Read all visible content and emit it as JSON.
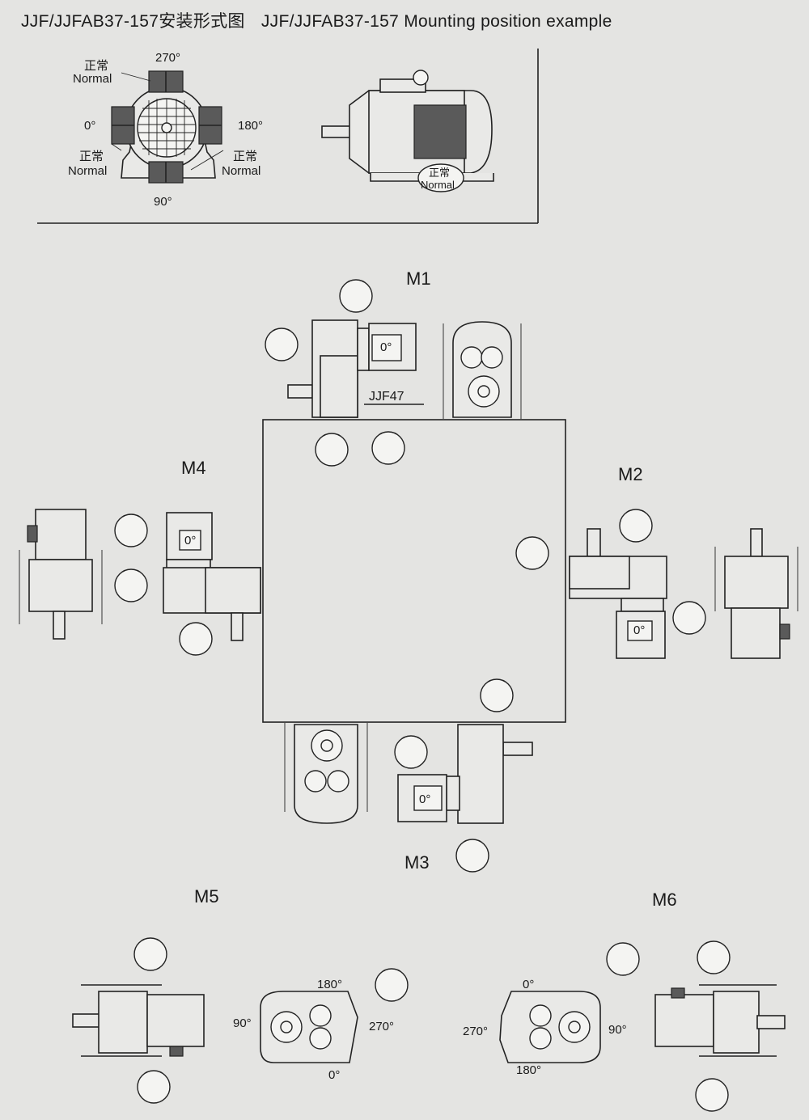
{
  "title": {
    "cn": "JJF/JJFAB37-157安装形式图",
    "en": "JJF/JJFAB37-157 Mounting position example"
  },
  "terminal_box": {
    "angles": {
      "top": "270°",
      "left": "0°",
      "right": "180°",
      "bottom": "90°"
    },
    "normal_cn": "正常",
    "normal_en": "Normal"
  },
  "positions": {
    "m1": "M1",
    "m2": "M2",
    "m3": "M3",
    "m4": "M4",
    "m5": "M5",
    "m6": "M6"
  },
  "model_label": "JJF47",
  "motor_box_label": "0°",
  "m5_angles": {
    "top": "180°",
    "left": "90°",
    "right": "270°",
    "bottom": "0°"
  },
  "m6_angles": {
    "top": "0°",
    "left": "270°",
    "right": "90°",
    "bottom": "180°"
  },
  "icons": [
    "vent-valve-icon",
    "oil-level-plug-icon",
    "drain-plug-icon"
  ]
}
